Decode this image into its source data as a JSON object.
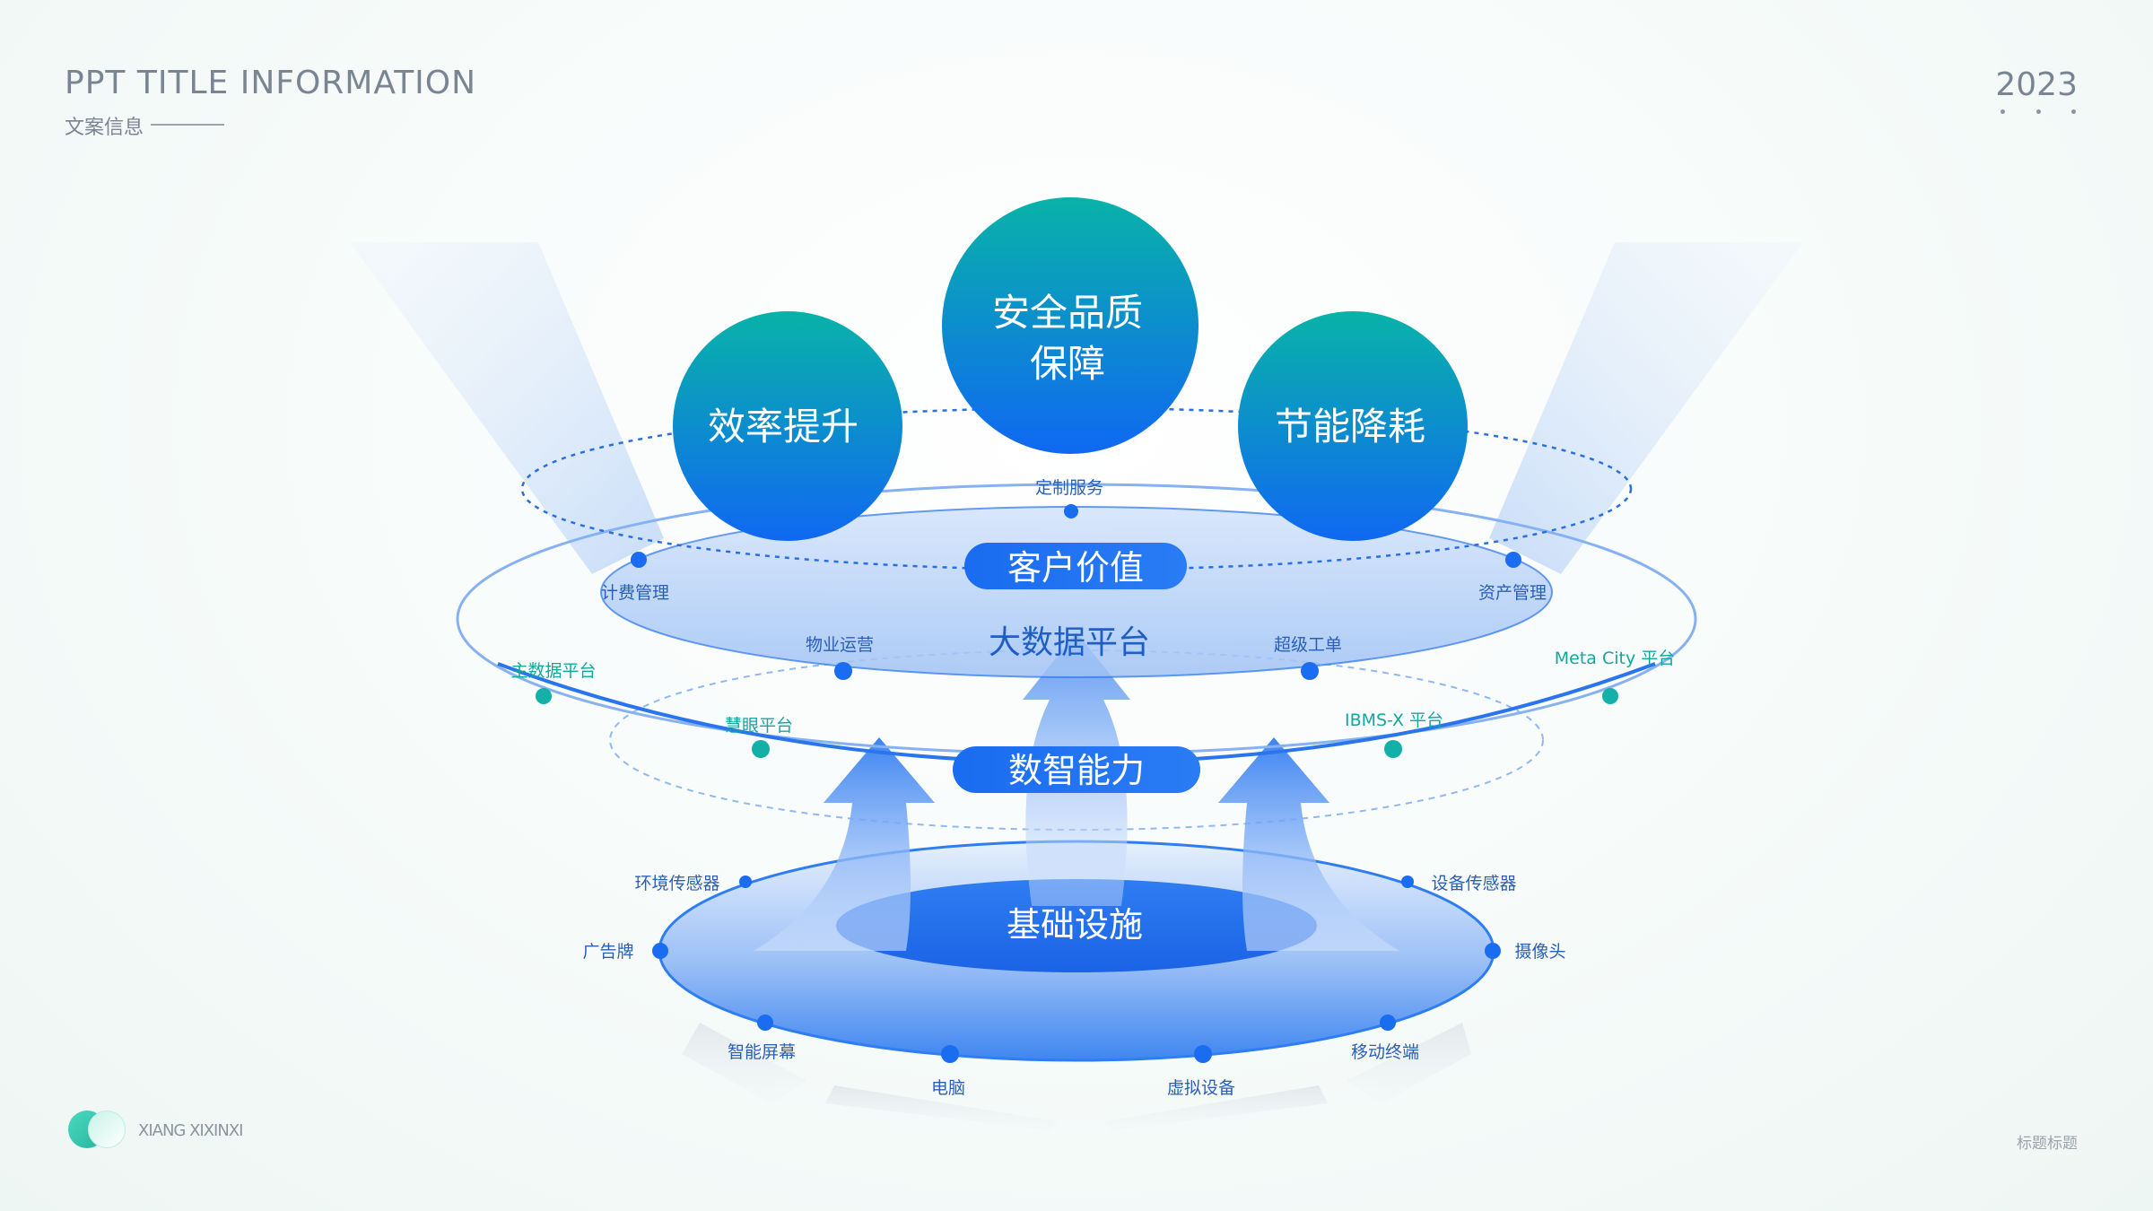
{
  "header": {
    "title": "PPT  TITLE  INFORMATION",
    "subtitle": "文案信息",
    "year": "2023"
  },
  "footer": {
    "logo_text": "XIANG XIXINXI",
    "right_text": "标题标题"
  },
  "diagram": {
    "top_values": {
      "left": "效率提升",
      "center_line1": "安全品质",
      "center_line2": "保障",
      "right": "节能降耗"
    },
    "layers": {
      "customer_value": "客户价值",
      "big_data_platform": "大数据平台",
      "digital_intelligence": "数智能力",
      "infrastructure": "基础设施"
    },
    "ring1_nodes": {
      "top": "定制服务",
      "left": "计费管理",
      "right": "资产管理"
    },
    "ring2_nodes": {
      "property": "物业运营",
      "workorder": "超级工单",
      "master_data": "主数据平台",
      "meta_city": "Meta City 平台",
      "smart_eye": "慧眼平台",
      "ibms": "IBMS-X 平台"
    },
    "base_nodes": {
      "env_sensor": "环境传感器",
      "device_sensor": "设备传感器",
      "billboard": "广告牌",
      "camera": "摄像头",
      "smart_screen": "智能屏幕",
      "mobile": "移动终端",
      "computer": "电脑",
      "virtual_device": "虚拟设备"
    }
  },
  "colors": {
    "primary_blue": "#1a6cf0",
    "teal": "#12b0a6",
    "label_blue": "#2a5fb8",
    "label_teal": "#14a79c",
    "gray_text": "#7a8594"
  }
}
